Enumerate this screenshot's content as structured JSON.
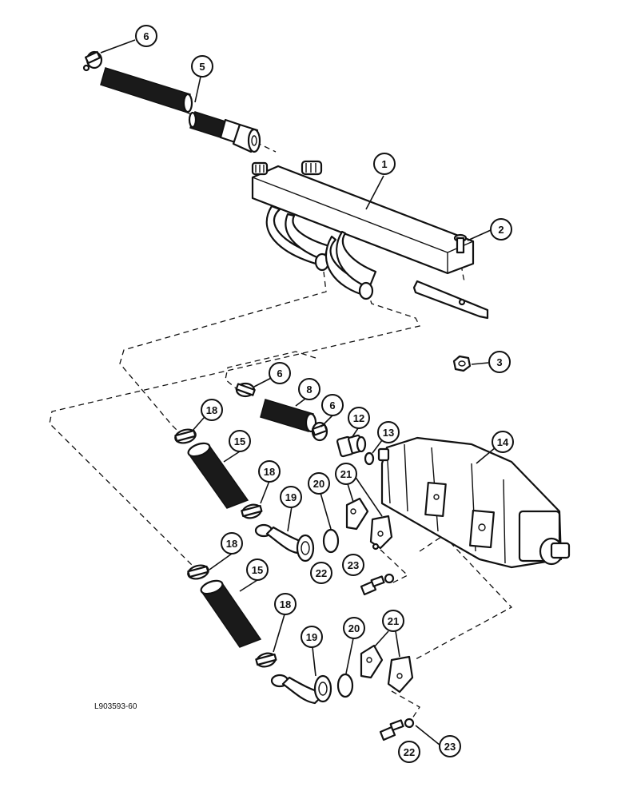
{
  "drawing_code": "L903593-60",
  "callouts": [
    {
      "id": "c6a",
      "label": "6"
    },
    {
      "id": "c5",
      "label": "5"
    },
    {
      "id": "c1",
      "label": "1"
    },
    {
      "id": "c2",
      "label": "2"
    },
    {
      "id": "c3",
      "label": "3"
    },
    {
      "id": "c6b",
      "label": "6"
    },
    {
      "id": "c8",
      "label": "8"
    },
    {
      "id": "c6c",
      "label": "6"
    },
    {
      "id": "c18a",
      "label": "18"
    },
    {
      "id": "c12",
      "label": "12"
    },
    {
      "id": "c13",
      "label": "13"
    },
    {
      "id": "c14",
      "label": "14"
    },
    {
      "id": "c15a",
      "label": "15"
    },
    {
      "id": "c18b",
      "label": "18"
    },
    {
      "id": "c21a",
      "label": "21"
    },
    {
      "id": "c20a",
      "label": "20"
    },
    {
      "id": "c19a",
      "label": "19"
    },
    {
      "id": "c22a",
      "label": "22"
    },
    {
      "id": "c23a",
      "label": "23"
    },
    {
      "id": "c18c",
      "label": "18"
    },
    {
      "id": "c15b",
      "label": "15"
    },
    {
      "id": "c18d",
      "label": "18"
    },
    {
      "id": "c19b",
      "label": "19"
    },
    {
      "id": "c20b",
      "label": "20"
    },
    {
      "id": "c21b",
      "label": "21"
    },
    {
      "id": "c22b",
      "label": "22"
    },
    {
      "id": "c23b",
      "label": "23"
    }
  ]
}
